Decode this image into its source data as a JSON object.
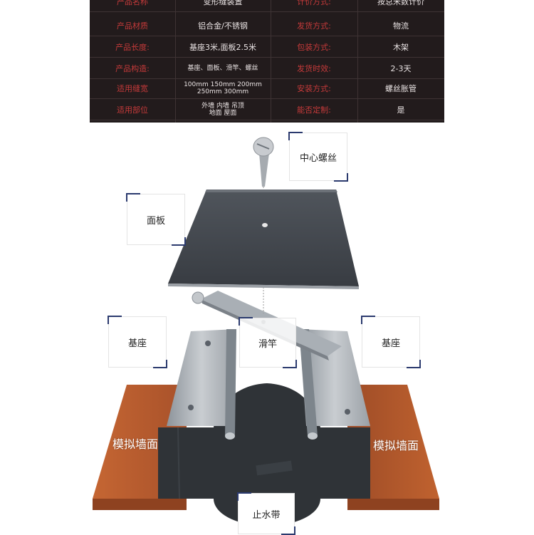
{
  "spec_table": {
    "rows": [
      {
        "label_a": "产品名称",
        "value_a": "变形缝装置",
        "label_b": "计价方式:",
        "value_b": "按总米数计价"
      },
      {
        "label_a": "产品材质",
        "value_a": "铝合金/不锈钢",
        "label_b": "发货方式:",
        "value_b": "物流"
      },
      {
        "label_a": "产品长度:",
        "value_a": "基座3米,面板2.5米",
        "label_b": "包装方式:",
        "value_b": "木架"
      },
      {
        "label_a": "产品构造:",
        "value_a": "基座、面板、滑竿、螺丝",
        "label_b": "发货时效:",
        "value_b": "2-3天"
      },
      {
        "label_a": "适用缝宽",
        "value_a": "100mm 150mm 200mm\n250mm 300mm",
        "label_b": "安装方式:",
        "value_b": "螺丝胀管"
      },
      {
        "label_a": "适用部位",
        "value_a": "外墙 内墙 吊顶\n地面 屋面",
        "label_b": "能否定制:",
        "value_b": "是"
      }
    ]
  },
  "diagram": {
    "labels": {
      "center_screw": "中心螺丝",
      "panel": "面板",
      "base_left": "基座",
      "slide_rod": "滑竿",
      "base_right": "基座",
      "wall_left": "模拟墙面",
      "wall_right": "模拟墙面",
      "waterstop": "止水带"
    },
    "colors": {
      "panel": "#3e4248",
      "wood": "#b4582c",
      "base_metal": "#a7adb3",
      "waterstop": "#2c3034",
      "label_corner": "#2b3a6e",
      "table_bg": "#221b1c",
      "table_label": "#c53a3a"
    }
  }
}
